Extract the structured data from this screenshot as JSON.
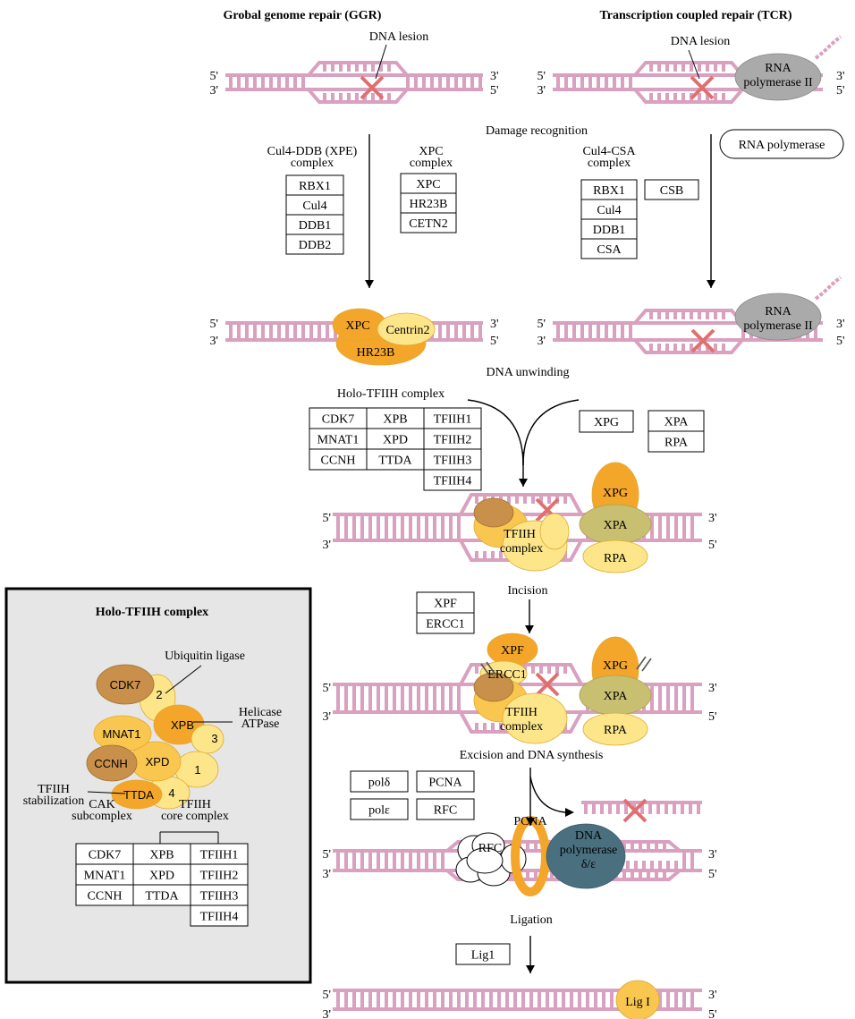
{
  "headers": {
    "ggr": "Grobal genome repair (GGR)",
    "tcr": "Transcription coupled repair (TCR)"
  },
  "strand": {
    "five": "5'",
    "three": "3'"
  },
  "lesion": {
    "ggr": "DNA lesion",
    "tcr": "DNA lesion"
  },
  "rnapol2": "RNA polymerase II",
  "steps": {
    "damage_recognition": "Damage recognition",
    "dna_unwinding": "DNA unwinding",
    "incision": "Incision",
    "excision": "Excision and DNA synthesis",
    "ligation": "Ligation"
  },
  "rna_polymerase_label": "RNA polymerase",
  "cul4ddb": {
    "title": "Cul4-DDB (XPE)\ncomplex",
    "items": [
      "RBX1",
      "Cul4",
      "DDB1",
      "DDB2"
    ]
  },
  "xpc": {
    "title": "XPC\ncomplex",
    "items": [
      "XPC",
      "HR23B",
      "CETN2"
    ]
  },
  "cul4csa": {
    "title": "Cul4-CSA\ncomplex",
    "items": [
      "RBX1",
      "Cul4",
      "DDB1",
      "CSA"
    ],
    "csb": "CSB"
  },
  "ggr_blobs": {
    "xpc": "XPC",
    "centrin": "Centrin2",
    "hr23b": "HR23B"
  },
  "holo": {
    "title": "Holo-TFIIH complex",
    "rows": [
      [
        "CDK7",
        "XPB",
        "TFIIH1"
      ],
      [
        "MNAT1",
        "XPD",
        "TFIIH2"
      ],
      [
        "CCNH",
        "TTDA",
        "TFIIH3"
      ],
      [
        "",
        "",
        "TFIIH4"
      ]
    ]
  },
  "xpg_box": "XPG",
  "xpa_box": [
    "XPA",
    "RPA"
  ],
  "complex_blobs": {
    "tfiih": "TFIIH\ncomplex",
    "xpg": "XPG",
    "xpa": "XPA",
    "rpa": "RPA",
    "xpf": "XPF",
    "ercc1": "ERCC1"
  },
  "xpf_box": [
    "XPF",
    "ERCC1"
  ],
  "synthesis_boxes": [
    [
      "polδ",
      "PCNA"
    ],
    [
      "polε",
      "RFC"
    ]
  ],
  "synthesis_blobs": {
    "pcna": "PCNA",
    "rfc": "RFC",
    "dnapol": "DNA\npolymerase\nδ/ε"
  },
  "lig_box": "Lig1",
  "lig_blob": "Lig I",
  "panel": {
    "title": "Holo-TFIIH complex",
    "ubiquitin": "Ubiquitin ligase",
    "helicase": "Helicase\nATPase",
    "stabilization": "TFIIH\nstabilization",
    "cak": "CAK\nsubcomplex",
    "core": "TFIIH\ncore complex",
    "blobs": {
      "cdk7": "CDK7",
      "mnat1": "MNAT1",
      "ccnh": "CCNH",
      "xpb": "XPB",
      "xpd": "XPD",
      "ttda": "TTDA",
      "n1": "1",
      "n2": "2",
      "n3": "3",
      "n4": "4"
    },
    "rows": [
      [
        "CDK7",
        "XPB",
        "TFIIH1"
      ],
      [
        "MNAT1",
        "XPD",
        "TFIIH2"
      ],
      [
        "CCNH",
        "TTDA",
        "TFIIH3"
      ],
      [
        "",
        "",
        "TFIIH4"
      ]
    ]
  },
  "colors": {
    "dna": "#d9a0c0",
    "lesion": "#e07070",
    "light_yellow": "#fde68a",
    "yellow": "#f9c74f",
    "orange": "#f4a62a",
    "brown": "#c8904a",
    "olive": "#c8c070",
    "gray": "#aaaaaa",
    "teal": "#4a7080",
    "panel_bg": "#e6e6e6"
  }
}
